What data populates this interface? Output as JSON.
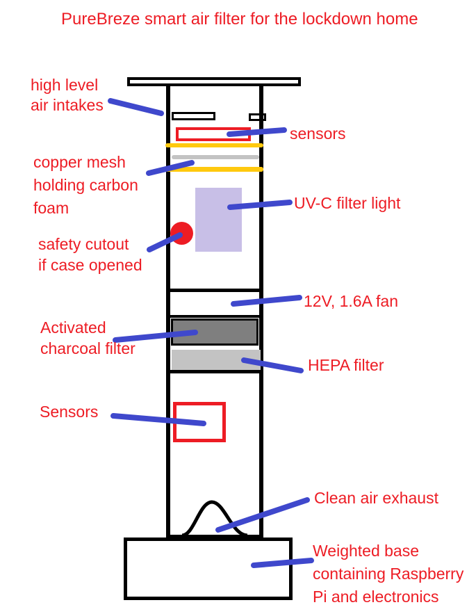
{
  "title": "PureBreze smart air filter for the lockdown home",
  "colors": {
    "red": "#ED1C24",
    "blue": "#3F48CC",
    "gold": "#FFC90E",
    "lavender": "#C8BFE7",
    "dark_gray": "#7F7F7F",
    "light_gray": "#C3C3C3",
    "black": "#000000"
  },
  "labels": {
    "high_intakes": {
      "line1": "high level",
      "line2": "air intakes"
    },
    "sensors_top": {
      "line1": "sensors"
    },
    "copper_mesh": {
      "line1": "copper mesh",
      "line2": "holding carbon",
      "line3": "foam"
    },
    "uvc": {
      "line1": "UV-C filter light"
    },
    "safety_cutout": {
      "line1": "safety cutout",
      "line2": "if case opened"
    },
    "fan": {
      "line1": "12V, 1.6A fan"
    },
    "charcoal": {
      "line1": "Activated",
      "line2": "charcoal filter"
    },
    "hepa": {
      "line1": "HEPA filter"
    },
    "sensors_bottom": {
      "line1": "Sensors"
    },
    "exhaust": {
      "line1": "Clean air exhaust"
    },
    "base": {
      "line1": "Weighted base",
      "line2": "containing Raspberry",
      "line3": "Pi and electronics"
    }
  }
}
